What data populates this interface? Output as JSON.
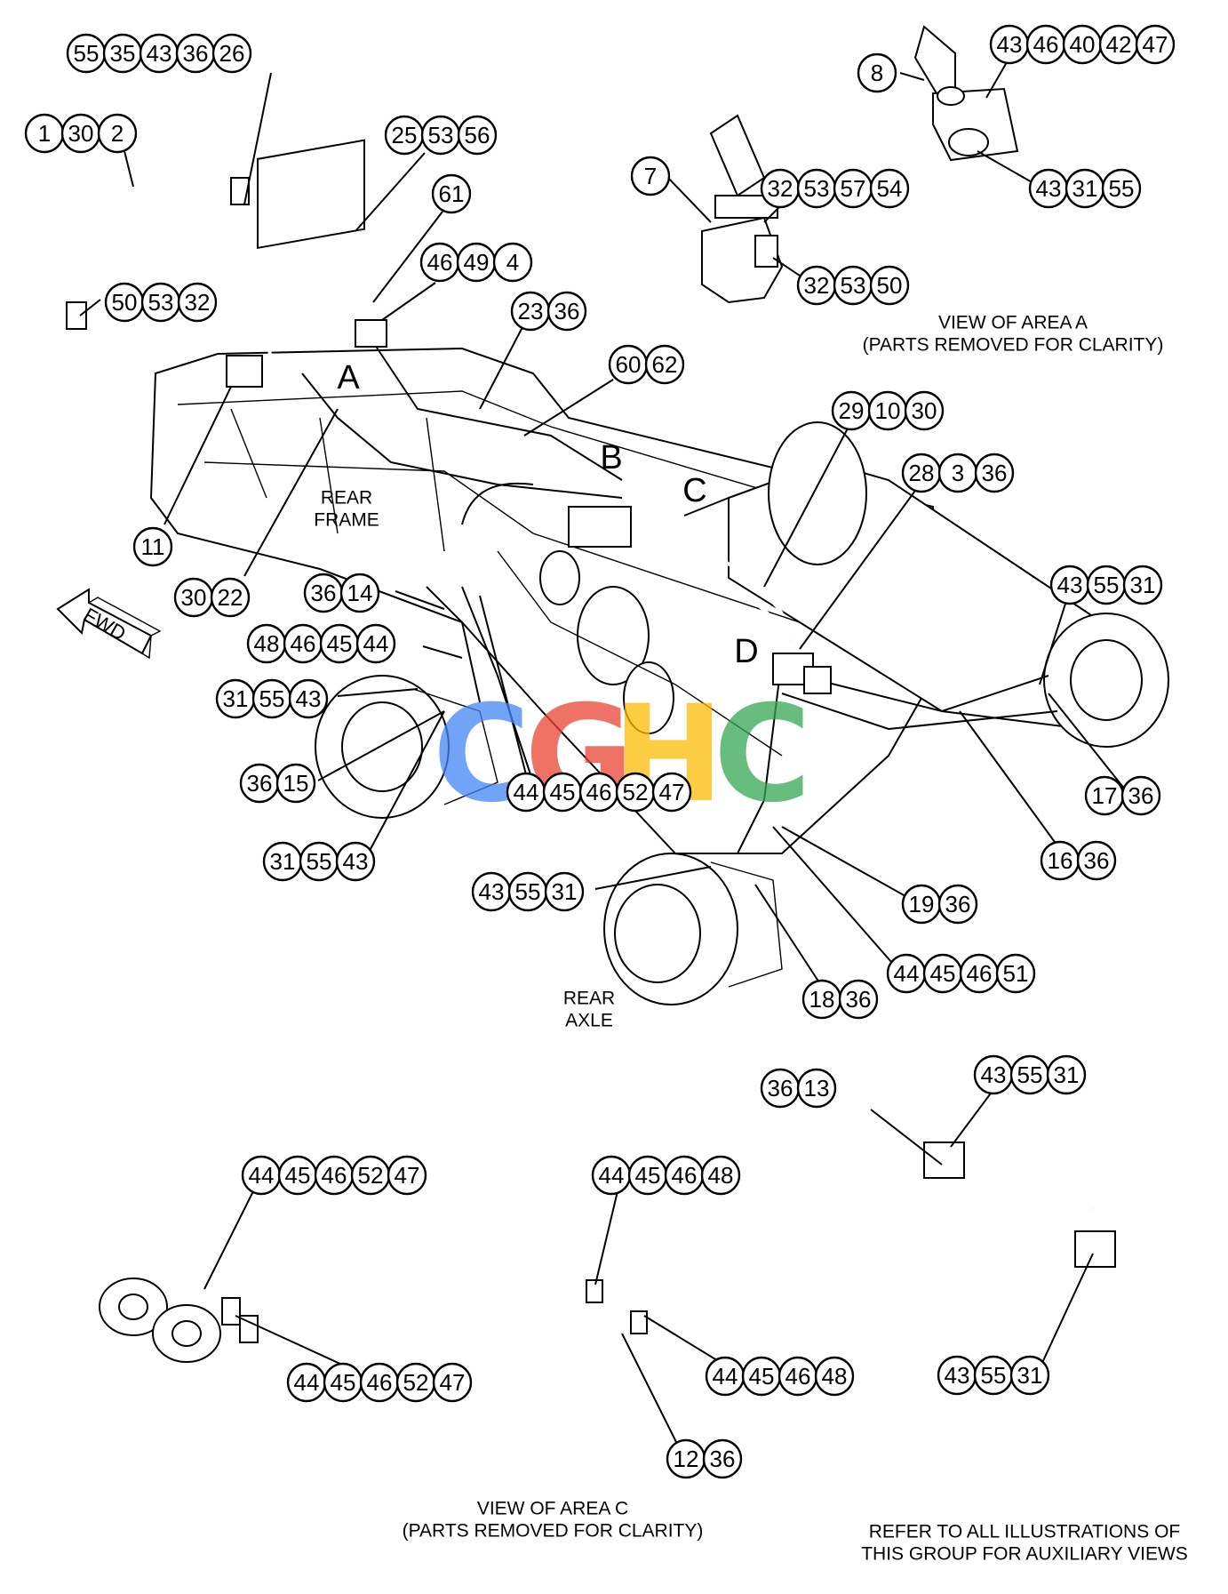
{
  "area_letters": {
    "a": "A",
    "b": "B",
    "c": "C",
    "d": "D"
  },
  "labels": {
    "rear_frame_1": "REAR",
    "rear_frame_2": "FRAME",
    "rear_axle_1": "REAR",
    "rear_axle_2": "AXLE",
    "fwd": "FWD",
    "view_a_1": "VIEW OF AREA A",
    "view_a_2": "(PARTS REMOVED FOR CLARITY)",
    "view_c_1": "VIEW OF AREA C",
    "view_c_2": "(PARTS REMOVED FOR CLARITY)",
    "refer_1": "REFER TO ALL ILLUSTRATIONS OF",
    "refer_2": "THIS GROUP FOR AUXILIARY VIEWS"
  },
  "watermark": {
    "text": "CGHC",
    "colors": [
      "#4285f4",
      "#ea4335",
      "#fbbc05",
      "#34a853"
    ]
  },
  "callouts": [
    [
      "55",
      "35",
      "43",
      "36",
      "26"
    ],
    [
      "1",
      "30",
      "2"
    ],
    [
      "25",
      "53",
      "56"
    ],
    [
      "61"
    ],
    [
      "46",
      "49",
      "4"
    ],
    [
      "50",
      "53",
      "32"
    ],
    [
      "23",
      "36"
    ],
    [
      "60",
      "62"
    ],
    [
      "11"
    ],
    [
      "30",
      "22"
    ],
    [
      "36",
      "14"
    ],
    [
      "48",
      "46",
      "45",
      "44"
    ],
    [
      "31",
      "55",
      "43"
    ],
    [
      "36",
      "15"
    ],
    [
      "44",
      "45",
      "46",
      "52",
      "47"
    ],
    [
      "31",
      "55",
      "43"
    ],
    [
      "43",
      "55",
      "31"
    ],
    [
      "18",
      "36"
    ],
    [
      "44",
      "45",
      "46",
      "51"
    ],
    [
      "19",
      "36"
    ],
    [
      "16",
      "36"
    ],
    [
      "17",
      "36"
    ],
    [
      "43",
      "55",
      "31"
    ],
    [
      "28",
      "3",
      "36"
    ],
    [
      "29",
      "10",
      "30"
    ],
    [
      "8"
    ],
    [
      "43",
      "46",
      "40",
      "42",
      "47"
    ],
    [
      "43",
      "31",
      "55"
    ],
    [
      "7"
    ],
    [
      "32",
      "53",
      "57",
      "54"
    ],
    [
      "32",
      "53",
      "50"
    ],
    [
      "36",
      "13"
    ],
    [
      "43",
      "55",
      "31"
    ],
    [
      "44",
      "45",
      "46",
      "52",
      "47"
    ],
    [
      "44",
      "45",
      "46",
      "48"
    ],
    [
      "44",
      "45",
      "46",
      "52",
      "47"
    ],
    [
      "44",
      "45",
      "46",
      "48"
    ],
    [
      "43",
      "55",
      "31"
    ],
    [
      "12",
      "36"
    ]
  ]
}
